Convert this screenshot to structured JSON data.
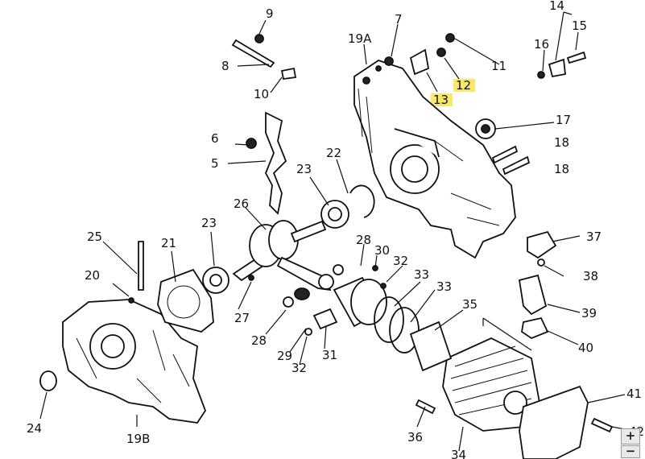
{
  "labels": {
    "l1": "9",
    "l2": "7",
    "l3": "19A",
    "l4": "14",
    "l5": "15",
    "l6": "16",
    "l7": "8",
    "l8": "11",
    "l9": "10",
    "l10": "12",
    "l11": "13",
    "l12": "17",
    "l13": "6",
    "l14": "18",
    "l15": "5",
    "l16": "22",
    "l17": "18",
    "l18": "23",
    "l19": "26",
    "l20": "23",
    "l21": "25",
    "l22": "21",
    "l23": "28",
    "l24": "30",
    "l25": "32",
    "l26": "37",
    "l27": "20",
    "l28": "33",
    "l29": "38",
    "l30": "33",
    "l31": "27",
    "l32": "35",
    "l33": "39",
    "l34": "28",
    "l35": "29",
    "l36": "31",
    "l37": "40",
    "l38": "32",
    "l39": "41",
    "l40": "24",
    "l41": "19B",
    "l42": "36",
    "l43": "34",
    "l44": "42"
  },
  "highlight_color": "#f7e86a",
  "controls": {
    "zoom_in": "+",
    "zoom_out": "−"
  }
}
